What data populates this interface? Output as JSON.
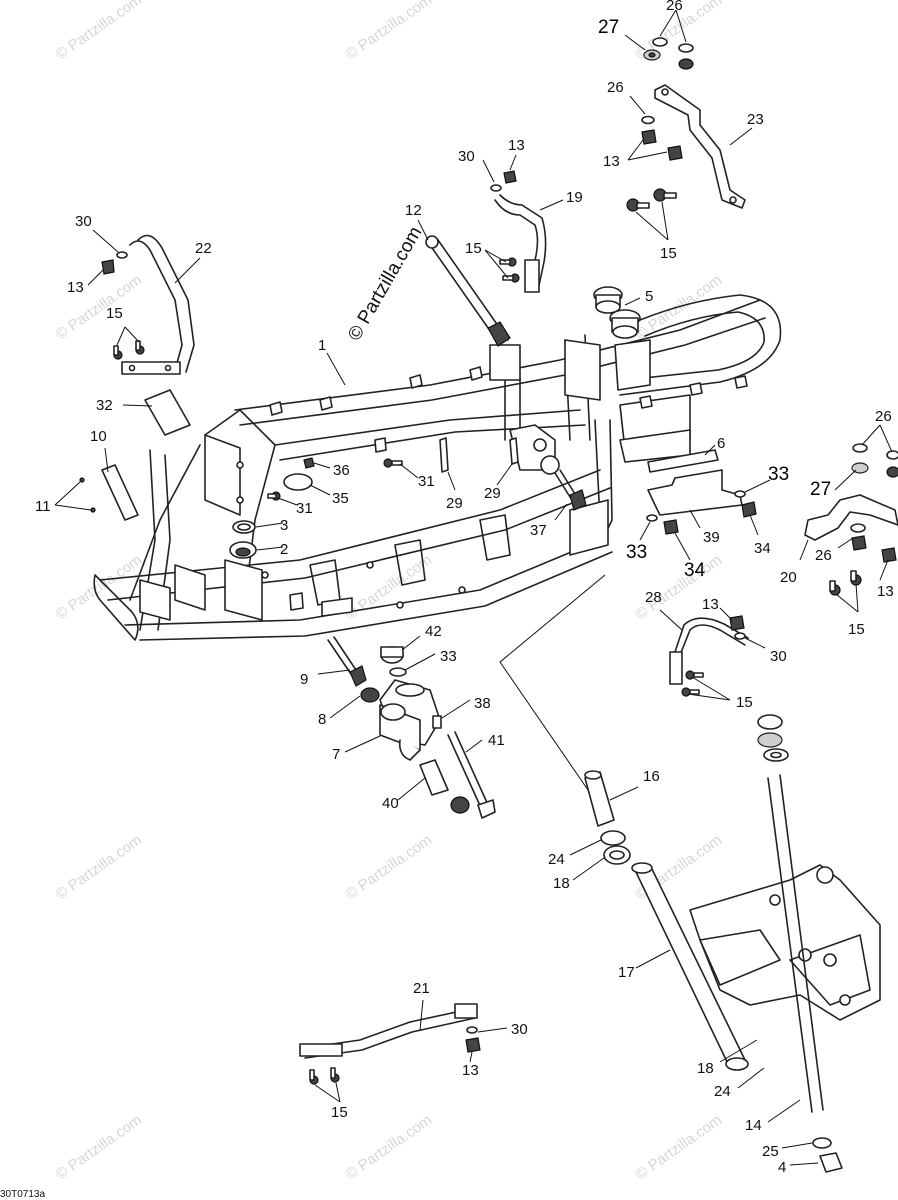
{
  "watermark": "© Partzilla.com",
  "copyright": "© Partzilla.com",
  "drawing_code": "30T0713a",
  "callouts": [
    {
      "id": "c27a",
      "label": "27",
      "bold": true
    },
    {
      "id": "c26a",
      "label": "26"
    },
    {
      "id": "c26b",
      "label": "26"
    },
    {
      "id": "c23",
      "label": "23"
    },
    {
      "id": "c13a",
      "label": "13"
    },
    {
      "id": "c15a",
      "label": "15"
    },
    {
      "id": "c30a",
      "label": "30"
    },
    {
      "id": "c13b",
      "label": "13"
    },
    {
      "id": "c19",
      "label": "19"
    },
    {
      "id": "c15b",
      "label": "15"
    },
    {
      "id": "c12",
      "label": "12"
    },
    {
      "id": "c30b",
      "label": "30"
    },
    {
      "id": "c22",
      "label": "22"
    },
    {
      "id": "c13c",
      "label": "13"
    },
    {
      "id": "c15c",
      "label": "15"
    },
    {
      "id": "c5",
      "label": "5"
    },
    {
      "id": "c1",
      "label": "1"
    },
    {
      "id": "c32",
      "label": "32"
    },
    {
      "id": "c10",
      "label": "10"
    },
    {
      "id": "c11",
      "label": "11"
    },
    {
      "id": "c36",
      "label": "36"
    },
    {
      "id": "c35",
      "label": "35"
    },
    {
      "id": "c31a",
      "label": "31"
    },
    {
      "id": "c31b",
      "label": "31"
    },
    {
      "id": "c29a",
      "label": "29"
    },
    {
      "id": "c29b",
      "label": "29"
    },
    {
      "id": "c3",
      "label": "3"
    },
    {
      "id": "c2",
      "label": "2"
    },
    {
      "id": "c6",
      "label": "6"
    },
    {
      "id": "c33a",
      "label": "33",
      "bold": true
    },
    {
      "id": "c37",
      "label": "37"
    },
    {
      "id": "c33b",
      "label": "33",
      "bold": true
    },
    {
      "id": "c34a",
      "label": "34",
      "bold": true
    },
    {
      "id": "c39",
      "label": "39"
    },
    {
      "id": "c34b",
      "label": "34"
    },
    {
      "id": "c26c",
      "label": "26"
    },
    {
      "id": "c27b",
      "label": "27",
      "bold": true
    },
    {
      "id": "c26d",
      "label": "26"
    },
    {
      "id": "c20",
      "label": "20"
    },
    {
      "id": "c13d",
      "label": "13"
    },
    {
      "id": "c15d",
      "label": "15"
    },
    {
      "id": "c28",
      "label": "28"
    },
    {
      "id": "c13e",
      "label": "13"
    },
    {
      "id": "c30c",
      "label": "30"
    },
    {
      "id": "c15e",
      "label": "15"
    },
    {
      "id": "c42",
      "label": "42"
    },
    {
      "id": "c33c",
      "label": "33"
    },
    {
      "id": "c9",
      "label": "9"
    },
    {
      "id": "c38",
      "label": "38"
    },
    {
      "id": "c8",
      "label": "8"
    },
    {
      "id": "c7",
      "label": "7"
    },
    {
      "id": "c41",
      "label": "41"
    },
    {
      "id": "c40",
      "label": "40"
    },
    {
      "id": "c16",
      "label": "16"
    },
    {
      "id": "c24a",
      "label": "24"
    },
    {
      "id": "c18a",
      "label": "18"
    },
    {
      "id": "c17",
      "label": "17"
    },
    {
      "id": "c21",
      "label": "21"
    },
    {
      "id": "c30d",
      "label": "30"
    },
    {
      "id": "c13f",
      "label": "13"
    },
    {
      "id": "c15f",
      "label": "15"
    },
    {
      "id": "c18b",
      "label": "18"
    },
    {
      "id": "c24b",
      "label": "24"
    },
    {
      "id": "c14",
      "label": "14"
    },
    {
      "id": "c25",
      "label": "25"
    },
    {
      "id": "c4",
      "label": "4"
    }
  ]
}
